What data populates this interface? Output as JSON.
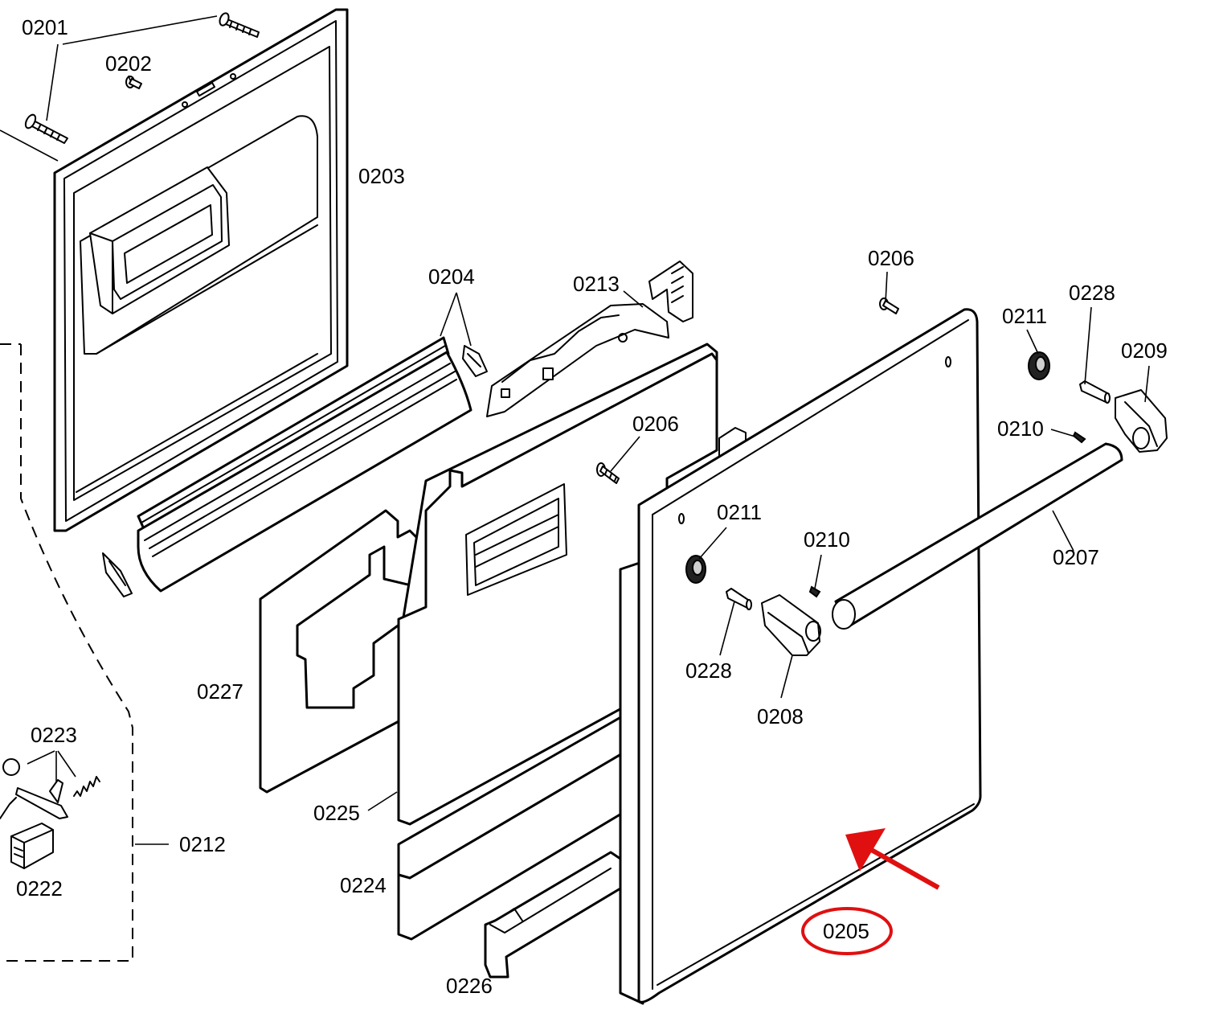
{
  "diagram": {
    "labels": {
      "p0201": "0201",
      "p0202": "0202",
      "p0203": "0203",
      "p0204": "0204",
      "p0213": "0213",
      "p0206_top": "0206",
      "p0206_mid": "0206",
      "p0211_top": "0211",
      "p0211_mid": "0211",
      "p0228_top": "0228",
      "p0228_mid": "0228",
      "p0209": "0209",
      "p0210_top": "0210",
      "p0210_mid": "0210",
      "p0207": "0207",
      "p0208": "0208",
      "p0227": "0227",
      "p0225": "0225",
      "p0224": "0224",
      "p0226": "0226",
      "p0205": "0205",
      "p0223": "0223",
      "p0212": "0212",
      "p0222": "0222"
    },
    "highlight": {
      "part": "0205",
      "color": "#e01010"
    }
  }
}
